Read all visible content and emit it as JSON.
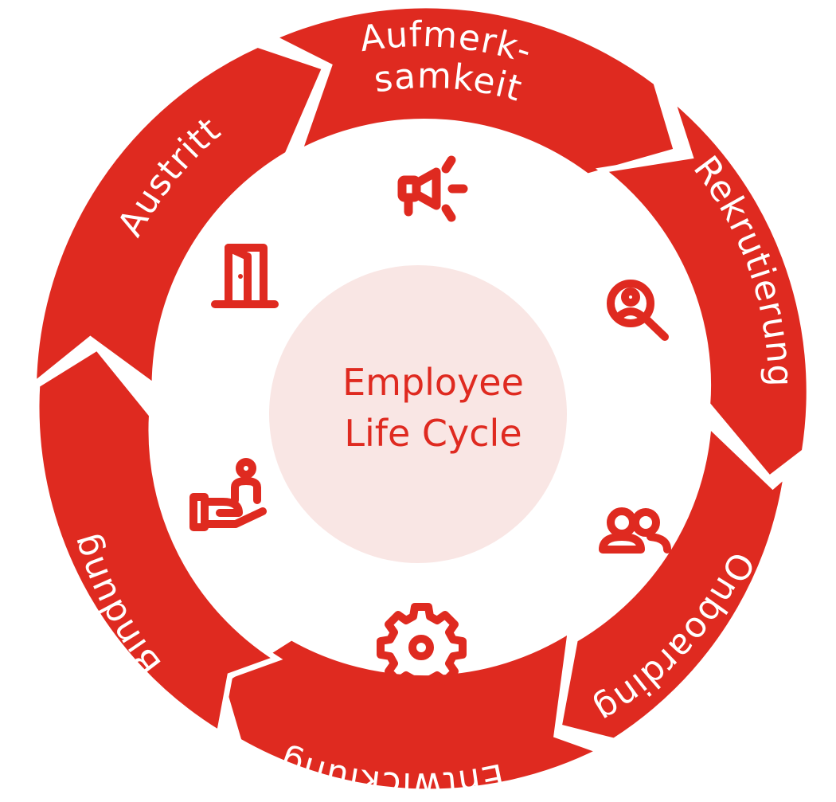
{
  "colors": {
    "ring": "#df2a20",
    "center": "#f9e6e4",
    "center_text": "#df2a20",
    "labels": "#ffffff",
    "icons": "#df2a20",
    "background": "#ffffff"
  },
  "center": {
    "line1": "Employee",
    "line2": "Life Cycle"
  },
  "stages": [
    {
      "id": "aufmerksamkeit",
      "lines": [
        "Aufmerk-",
        "samkeit"
      ],
      "icon": "megaphone-icon"
    },
    {
      "id": "rekrutierung",
      "lines": [
        "Rekrutierung"
      ],
      "icon": "search-person-icon"
    },
    {
      "id": "onboarding",
      "lines": [
        "Onboarding"
      ],
      "icon": "people-icon"
    },
    {
      "id": "entwicklung",
      "lines": [
        "Entwicklung"
      ],
      "icon": "gear-icon"
    },
    {
      "id": "bindung",
      "lines": [
        "Bindung"
      ],
      "icon": "hand-person-icon"
    },
    {
      "id": "austritt",
      "lines": [
        "Austritt"
      ],
      "icon": "door-icon"
    }
  ]
}
